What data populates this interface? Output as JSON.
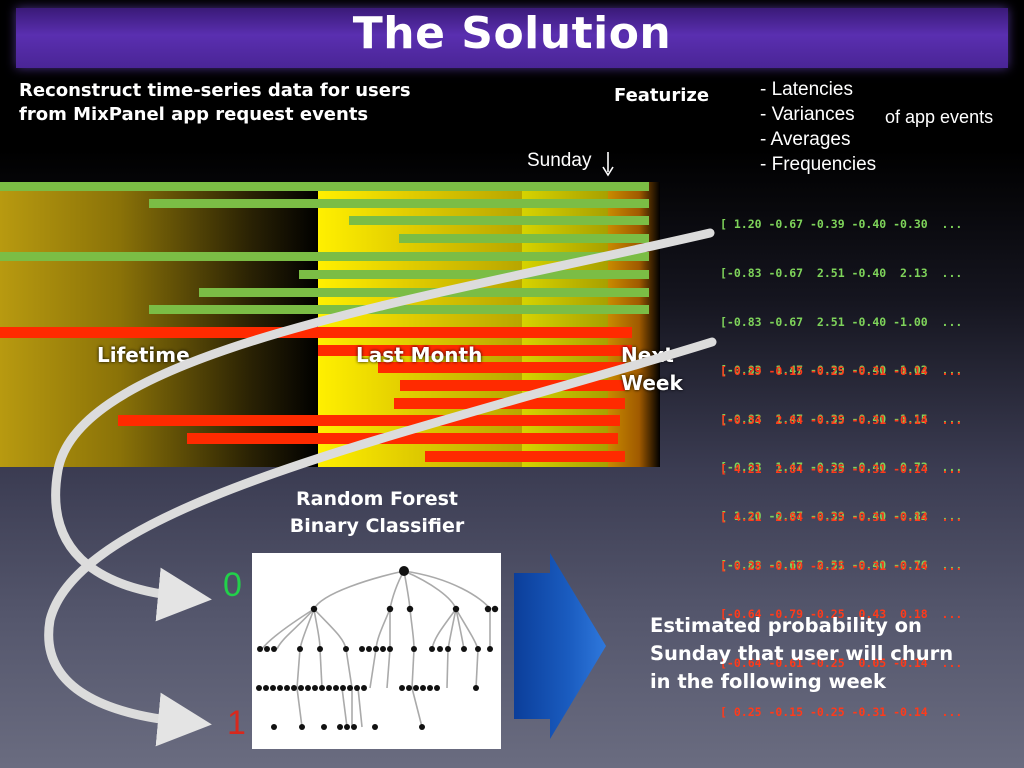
{
  "title": "The Solution",
  "reconstruct": {
    "line1": "Reconstruct time-series data for users",
    "line2": "from MixPanel app request events"
  },
  "featurize": {
    "label": "Featurize",
    "items": [
      "- Latencies",
      "- Variances",
      "- Averages",
      "- Frequencies"
    ],
    "suffix": "of  app events"
  },
  "sunday_marker": "Sunday",
  "timeline": {
    "labels": {
      "lifetime": "Lifetime",
      "last_month": "Last Month",
      "next_week": "Next Week"
    },
    "colors": {
      "green": "#6db33f",
      "red": "#ff2200"
    }
  },
  "matrix_green": [
    "[ 1.20 -0.67 -0.39 -0.40 -0.30  ...",
    "[-0.83 -0.67  2.51 -0.40  2.13  ...",
    "[-0.83 -0.67  2.51 -0.40 -1.00  ...",
    "[-0.83  1.47 -0.39 -0.40 -1.02  ...",
    "[-0.83  1.47 -0.39 -0.40 -1.15  ...",
    "[-0.83  1.47 -0.39 -0.40  0.73  ...",
    "[ 1.20 -0.67 -0.39 -0.40 -0.82  ...",
    "[-0.83 -0.67  2.51 -0.40 -0.76  ..."
  ],
  "matrix_red": [
    "[ 0.29 -0.15 -0.25 -0.31 -0.14  ...",
    "[-0.34  2.84 -0.25 -0.31 -0.14  ...",
    "[ 4.21  2.84 -0.25 -0.31 -0.14  ...",
    "[ 4.21  2.84 -0.25 -0.31 -0.14  ...",
    "[ 0.28 -0.10 -0.25 -0.31 -0.14  ...",
    "[-0.64 -0.79 -0.25  0.43  0.18  ...",
    "[-0.64 -0.61 -0.25  0.05 -0.14  ...",
    "[ 0.25 -0.15 -0.25 -0.31 -0.14  ..."
  ],
  "classifier": {
    "line1": "Random Forest",
    "line2": "Binary Classifier"
  },
  "labels": {
    "zero": "0",
    "one": "1"
  },
  "result": {
    "line1": "Estimated probability on",
    "line2": "Sunday that user will churn",
    "line3": "in the following week"
  },
  "colors": {
    "title_bar": "#4a2596",
    "green_text": "#7ed35a",
    "red_text": "#ff3a1a",
    "zero": "#22d14a",
    "one": "#d8281c",
    "arrow_blue": "#1a5cc0"
  }
}
